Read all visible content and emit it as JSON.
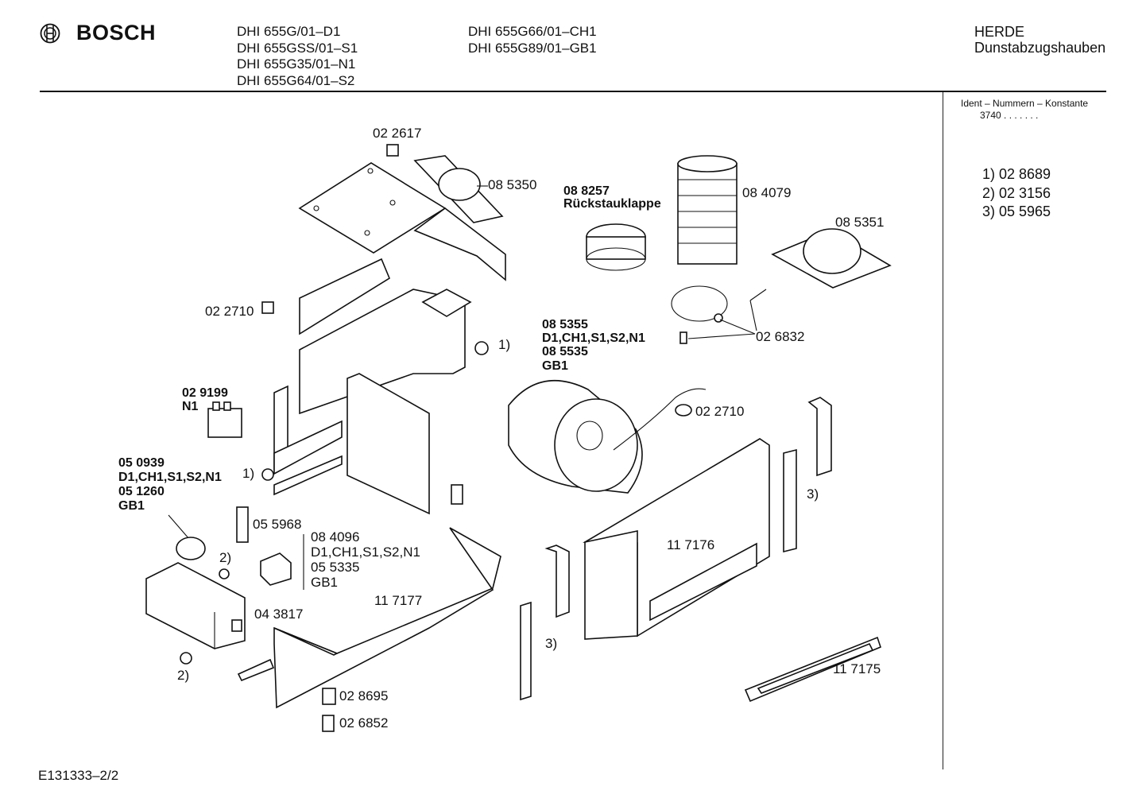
{
  "header": {
    "brand": "BOSCH",
    "models_col1": [
      "DHI 655G/01–D1",
      "DHI 655GSS/01–S1",
      "DHI 655G35/01–N1",
      "DHI 655G64/01–S2"
    ],
    "models_col2": [
      "DHI 655G66/01–CH1",
      "DHI 655G89/01–GB1"
    ],
    "category": [
      "HERDE",
      "Dunstabzugshauben"
    ]
  },
  "sidebar": {
    "ident_label": "Ident – Nummern – Konstante",
    "ident_value": "3740 . . .  . . . .",
    "notes": [
      "1)  02 8689",
      "2)  02 3156",
      "3)  05 5965"
    ]
  },
  "parts": {
    "p022617": "02 2617",
    "p085350": "08 5350",
    "p088257": "08 8257",
    "rueckstauklappe": "Rückstauklappe",
    "p084079": "08 4079",
    "p085351": "08 5351",
    "p022710a": "02 2710",
    "ref1a": "1)",
    "p085355": "08 5355",
    "v085355": "D1,CH1,S1,S2,N1",
    "p085535": "08 5535",
    "v085535": "GB1",
    "p026832": "02 6832",
    "p029199": "02 9199",
    "v029199": "N1",
    "p022710b": "02 2710",
    "p050939": "05 0939",
    "v050939": "D1,CH1,S1,S2,N1",
    "p051260": "05 1260",
    "v051260": "GB1",
    "ref1b": "1)",
    "p055968": "05 5968",
    "p084096": "08 4096",
    "v084096": "D1,CH1,S1,S2,N1",
    "p055335": "05 5335",
    "v055335": "GB1",
    "ref2a": "2)",
    "p117176": "11 7176",
    "p117177": "11 7177",
    "p043817": "04 3817",
    "ref3a": "3)",
    "ref3b": "3)",
    "ref2b": "2)",
    "p117175": "11 7175",
    "p028695": "02 8695",
    "p026852": "02 6852"
  },
  "footer": {
    "drawing_id": "E131333–2/2"
  }
}
